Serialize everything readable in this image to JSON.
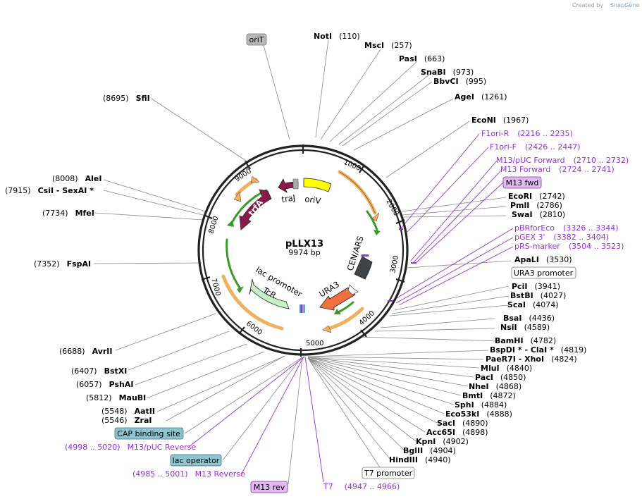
{
  "branding": {
    "created_by": "Created by",
    "app": "SnapGene"
  },
  "plasmid": {
    "name": "pLLX13",
    "size": "9974 bp"
  },
  "ticks": [
    "1000",
    "2000",
    "3000",
    "4000",
    "5000",
    "6000",
    "7000",
    "8000",
    "9000"
  ],
  "features": [
    {
      "name": "traJ",
      "color": "#8b1a4a"
    },
    {
      "name": "oriV",
      "color": "#ffff00"
    },
    {
      "name": "trfA",
      "color": "#8b1a4a"
    },
    {
      "name": "CEN/ARS",
      "color": "#3f4449"
    },
    {
      "name": "URA3",
      "color": "#f07040"
    },
    {
      "name": "lac promoter",
      "color": "#ffffff"
    },
    {
      "name": "TcR",
      "color": "#c8f0c8"
    }
  ],
  "boxed_features": {
    "oriT": "oriT",
    "m13fwd": "M13 fwd",
    "ura3promoter": "URA3 promoter",
    "capbinding": "CAP binding site",
    "lacoperator": "lac operator",
    "t7promoter": "T7 promoter",
    "m13rev": "M13 rev"
  },
  "sites": {
    "notI": {
      "name": "NotI",
      "pos": "(110)"
    },
    "mscI": {
      "name": "MscI",
      "pos": "(257)"
    },
    "pasI": {
      "name": "PasI",
      "pos": "(663)"
    },
    "snaBI": {
      "name": "SnaBI",
      "pos": "(973)"
    },
    "bbvCI": {
      "name": "BbvCI",
      "pos": "(995)"
    },
    "ageI": {
      "name": "AgeI",
      "pos": "(1261)"
    },
    "ecoNI": {
      "name": "EcoNI",
      "pos": "(1967)"
    },
    "ecoRI": {
      "name": "EcoRI",
      "pos": "(2742)"
    },
    "pmlI": {
      "name": "PmlI",
      "pos": "(2786)"
    },
    "swaI": {
      "name": "SwaI",
      "pos": "(2810)"
    },
    "apaLI": {
      "name": "ApaLI",
      "pos": "(3530)"
    },
    "pciI": {
      "name": "PciI",
      "pos": "(3941)"
    },
    "bstBI": {
      "name": "BstBI",
      "pos": "(4027)"
    },
    "scaI": {
      "name": "ScaI",
      "pos": "(4074)"
    },
    "bsaI": {
      "name": "BsaI",
      "pos": "(4436)"
    },
    "nsiI": {
      "name": "NsiI",
      "pos": "(4589)"
    },
    "bamHI": {
      "name": "BamHI",
      "pos": "(4782)"
    },
    "bspDI": {
      "name": "BspDI * - ClaI *",
      "pos": "(4819)"
    },
    "paeR7I": {
      "name": "PaeR7I - XhoI",
      "pos": "(4824)"
    },
    "mluI": {
      "name": "MluI",
      "pos": "(4840)"
    },
    "pacI": {
      "name": "PacI",
      "pos": "(4850)"
    },
    "nheI": {
      "name": "NheI",
      "pos": "(4868)"
    },
    "bmtI": {
      "name": "BmtI",
      "pos": "(4872)"
    },
    "sphI": {
      "name": "SphI",
      "pos": "(4884)"
    },
    "eco53kI": {
      "name": "Eco53kI",
      "pos": "(4888)"
    },
    "sacI": {
      "name": "SacI",
      "pos": "(4890)"
    },
    "acc65I": {
      "name": "Acc65I",
      "pos": "(4898)"
    },
    "kpnI": {
      "name": "KpnI",
      "pos": "(4902)"
    },
    "bglII": {
      "name": "BglII",
      "pos": "(4904)"
    },
    "hindIII": {
      "name": "HindIII",
      "pos": "(4940)"
    },
    "sfiI": {
      "name": "SfiI",
      "pos": "(8695)"
    },
    "aleI": {
      "name": "AleI",
      "pos": "(8008)"
    },
    "csiI": {
      "name": "CsiI - SexAI *",
      "pos": "(7915)"
    },
    "mfeI": {
      "name": "MfeI",
      "pos": "(7734)"
    },
    "fspAI": {
      "name": "FspAI",
      "pos": "(7352)"
    },
    "avrII": {
      "name": "AvrII",
      "pos": "(6688)"
    },
    "bstXI": {
      "name": "BstXI",
      "pos": "(6407)"
    },
    "pshAI": {
      "name": "PshAI",
      "pos": "(6057)"
    },
    "mauBI": {
      "name": "MauBI",
      "pos": "(5812)"
    },
    "aatII": {
      "name": "AatII",
      "pos": "(5548)"
    },
    "zraI": {
      "name": "ZraI",
      "pos": "(5546)"
    }
  },
  "primers": {
    "f1oriR": {
      "name": "F1ori-R",
      "range": "(2216 .. 2235)"
    },
    "f1oriF": {
      "name": "F1ori-F",
      "range": "(2426 .. 2447)"
    },
    "m13pucfwd": {
      "name": "M13/pUC Forward",
      "range": "(2710 .. 2732)"
    },
    "m13forward": {
      "name": "M13 Forward",
      "range": "(2724 .. 2741)"
    },
    "pbrforeco": {
      "name": "pBRforEco",
      "range": "(3326 .. 3344)"
    },
    "pgex3": {
      "name": "pGEX 3'",
      "range": "(3382 .. 3404)"
    },
    "prsmarker": {
      "name": "pRS-marker",
      "range": "(3504 .. 3523)"
    },
    "m13pucrev": {
      "name": "M13/pUC Reverse",
      "range": "(4998 .. 5020)"
    },
    "m13reverse": {
      "name": "M13 Reverse",
      "range": "(4985 .. 5001)"
    },
    "t7": {
      "name": "T7",
      "range": "(4947 .. 4966)"
    }
  },
  "colors": {
    "backbone": "#222222",
    "primer": "#9a2fd6",
    "orf_arrow_fill": "#f0b060",
    "orf_arrow_inner": "#3a9a2a",
    "boxed_gray": "#b8b8b8",
    "boxed_purple": "#e2b8f0",
    "boxed_teal": "#8fc4cf"
  }
}
